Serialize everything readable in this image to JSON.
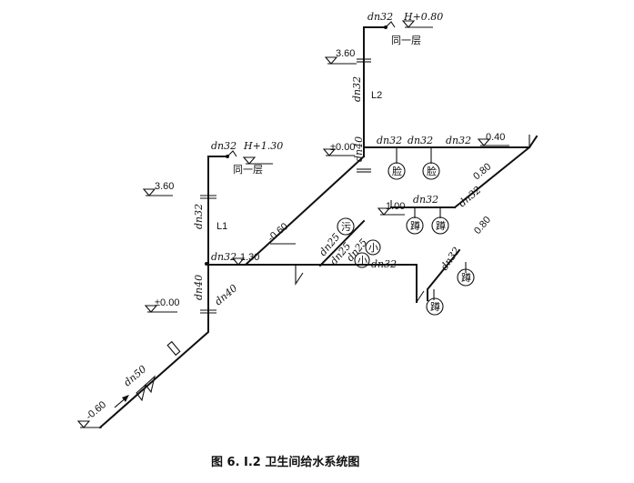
{
  "caption": "图 6. Ⅰ.2   卫生间给水系统图",
  "risers": {
    "l1": "L1",
    "l2": "L2"
  },
  "same_floor": "同一层",
  "pipe_sizes": {
    "dn32": "dn32",
    "dn40": "dn40",
    "dn25": "dn25",
    "dn50": "dn50"
  },
  "elevations": {
    "h_plus_080": "H+0.80",
    "h_plus_130": "H+1.30",
    "e360": "3.60",
    "e000": "±0.00",
    "e130": "1.30",
    "em060": "-0.60",
    "e040": "0.40",
    "e080": "0.80",
    "e100": "1.00"
  },
  "fixtures": {
    "washbasin": "脸",
    "squat_toilet": "蹲",
    "urinal": "小",
    "drain": "污"
  }
}
